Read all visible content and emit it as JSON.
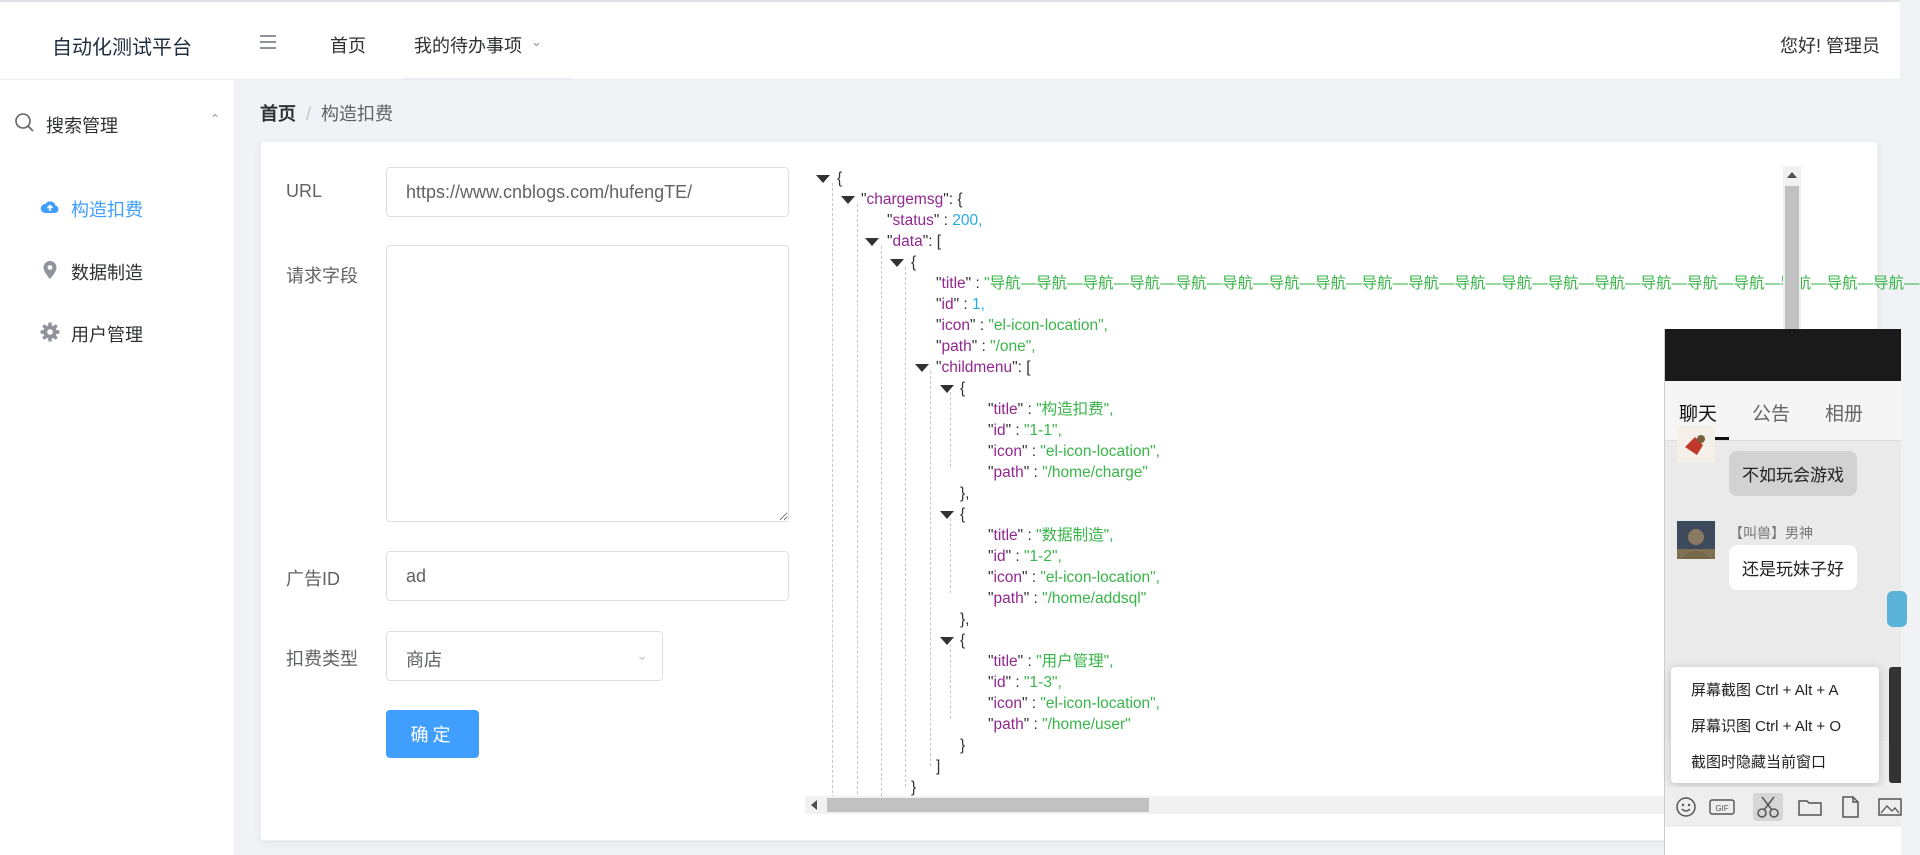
{
  "header": {
    "app_title": "自动化测试平台",
    "nav": {
      "home": "首页",
      "todo": "我的待办事项"
    },
    "greeting": "您好! 管理员"
  },
  "sidebar": {
    "group_label": "搜索管理",
    "items": [
      {
        "label": "构造扣费",
        "icon": "upload-cloud-icon",
        "active": true
      },
      {
        "label": "数据制造",
        "icon": "location-pin-icon",
        "active": false
      },
      {
        "label": "用户管理",
        "icon": "gear-icon",
        "active": false
      }
    ]
  },
  "breadcrumb": {
    "home": "首页",
    "separator": "/",
    "current": "构造扣费"
  },
  "form": {
    "url_label": "URL",
    "url_value": "https://www.cnblogs.com/hufengTE/",
    "fields_label": "请求字段",
    "fields_value": "",
    "ad_label": "广告ID",
    "ad_value": "ad",
    "type_label": "扣费类型",
    "type_value": "商店",
    "submit_label": "确定"
  },
  "json": {
    "root_key": "chargemsg",
    "status_key": "status",
    "status_value": "200",
    "data_key": "data",
    "keys": {
      "title": "title",
      "id": "id",
      "icon": "icon",
      "path": "path",
      "childmenu": "childmenu"
    },
    "item": {
      "title": "导航—导航—导航—导航—导航—导航—导航—导航—导航—导航—导航—导航—导航—导航—导航—导航—导航—导航—导航—导航—",
      "id": "1",
      "icon": "el-icon-location",
      "path": "/one"
    },
    "children": [
      {
        "title": "构造扣费",
        "id": "1-1",
        "icon": "el-icon-location",
        "path": "/home/charge"
      },
      {
        "title": "数据制造",
        "id": "1-2",
        "icon": "el-icon-location",
        "path": "/home/addsql"
      },
      {
        "title": "用户管理",
        "id": "1-3",
        "icon": "el-icon-location",
        "path": "/home/user"
      }
    ]
  },
  "chat": {
    "tabs": [
      "聊天",
      "公告",
      "相册"
    ],
    "messages": [
      {
        "sender": "",
        "text": "不如玩会游戏"
      },
      {
        "sender": "【叫兽】男神",
        "text": "还是玩妹子好"
      }
    ],
    "context_menu": [
      "屏幕截图 Ctrl + Alt + A",
      "屏幕识图 Ctrl + Alt + O",
      "截图时隐藏当前窗口"
    ],
    "tools": [
      "smile-icon",
      "gif-icon",
      "scissors-icon",
      "folder-icon",
      "file-icon",
      "image-icon"
    ]
  }
}
